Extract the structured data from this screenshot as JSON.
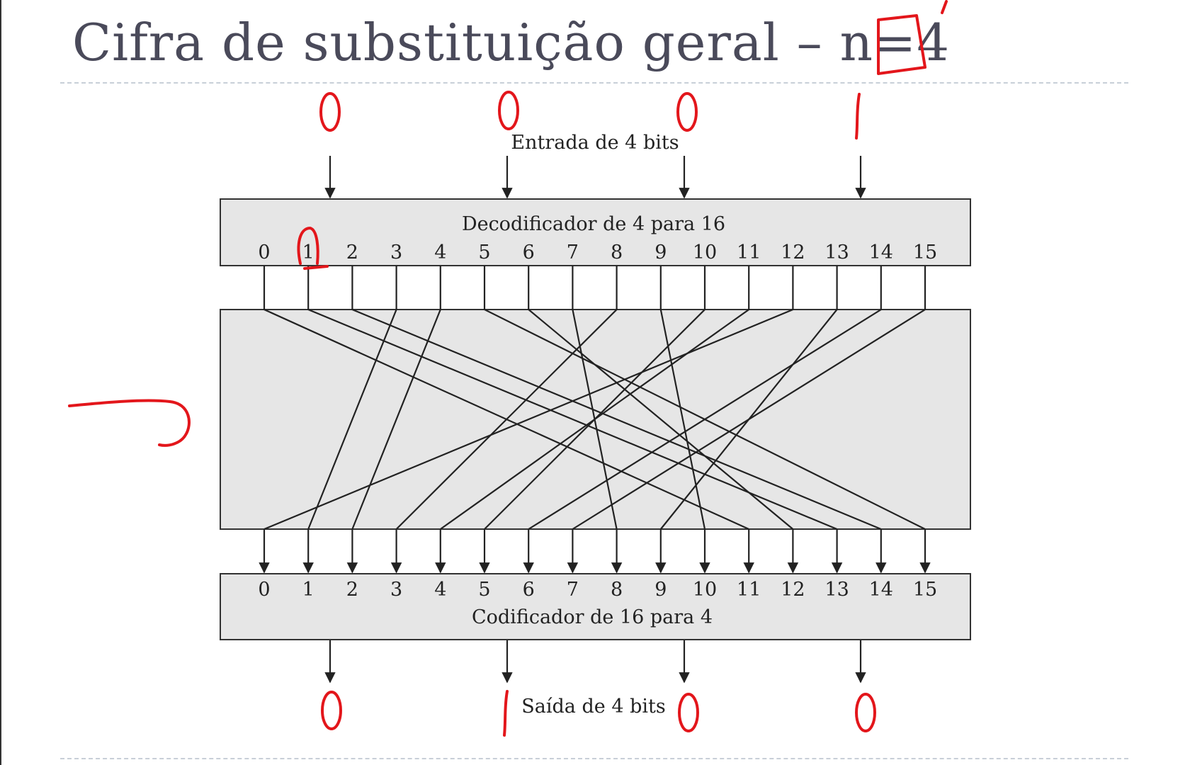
{
  "slide": {
    "title": "Cifra de substituição geral – n=4"
  },
  "diagram": {
    "input_label": "Entrada de 4 bits",
    "output_label": "Saída de 4 bits",
    "decoder_label": "Decodificador de 4 para 16",
    "encoder_label": "Codificador de 16 para 4",
    "indices": [
      "0",
      "1",
      "2",
      "3",
      "4",
      "5",
      "6",
      "7",
      "8",
      "9",
      "10",
      "11",
      "12",
      "13",
      "14",
      "15"
    ],
    "mapping": [
      {
        "from": 0,
        "to": 11
      },
      {
        "from": 1,
        "to": 13
      },
      {
        "from": 2,
        "to": 14
      },
      {
        "from": 3,
        "to": 1
      },
      {
        "from": 4,
        "to": 2
      },
      {
        "from": 5,
        "to": 15
      },
      {
        "from": 6,
        "to": 12
      },
      {
        "from": 7,
        "to": 8
      },
      {
        "from": 8,
        "to": 3
      },
      {
        "from": 9,
        "to": 10
      },
      {
        "from": 10,
        "to": 5
      },
      {
        "from": 11,
        "to": 4
      },
      {
        "from": 12,
        "to": 0
      },
      {
        "from": 13,
        "to": 9
      },
      {
        "from": 14,
        "to": 6
      },
      {
        "from": 15,
        "to": 7
      }
    ],
    "handwritten": {
      "input_bits": [
        "0",
        "0",
        "0",
        "1"
      ],
      "output_bits": [
        "0",
        "1",
        "0",
        "0"
      ],
      "highlight_from": 1,
      "highlight_to": 4
    }
  },
  "colors": {
    "annotation": "#e3161b",
    "box_fill": "#e6e6e6",
    "title": "#4a4a5a"
  }
}
